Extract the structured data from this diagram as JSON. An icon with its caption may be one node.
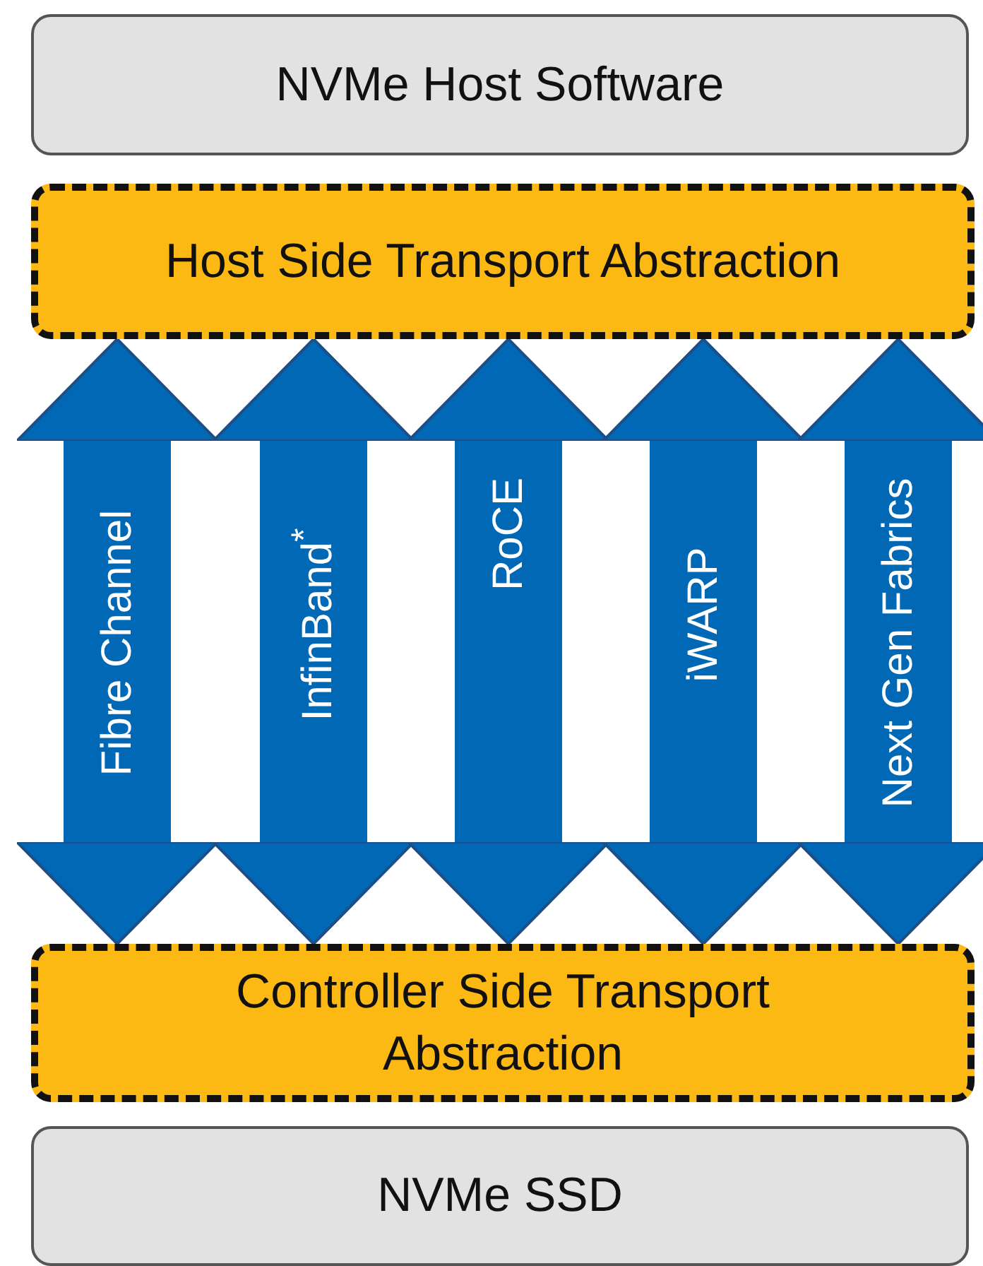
{
  "diagram": {
    "nodes": [
      {
        "text": [
          "NVMe Host Software"
        ]
      },
      {
        "text": [
          "Host Side Transport Abstraction"
        ]
      },
      {
        "text": [
          "Controller Side Transport Abstraction"
        ]
      },
      {
        "text": [
          "NVMe SSD"
        ]
      }
    ],
    "edges": [
      {
        "from": 1,
        "to": 2,
        "arrow": "both",
        "label": "Fibre Channel"
      },
      {
        "from": 1,
        "to": 2,
        "arrow": "both",
        "label": "InfinBand$^{*}$"
      },
      {
        "from": 1,
        "to": 2,
        "arrow": "both",
        "label": "RoCE"
      },
      {
        "from": 1,
        "to": 2,
        "arrow": "both",
        "label": "iWARP"
      },
      {
        "from": 1,
        "to": 2,
        "arrow": "both",
        "label": "Next Gen Fabrics"
      }
    ]
  }
}
